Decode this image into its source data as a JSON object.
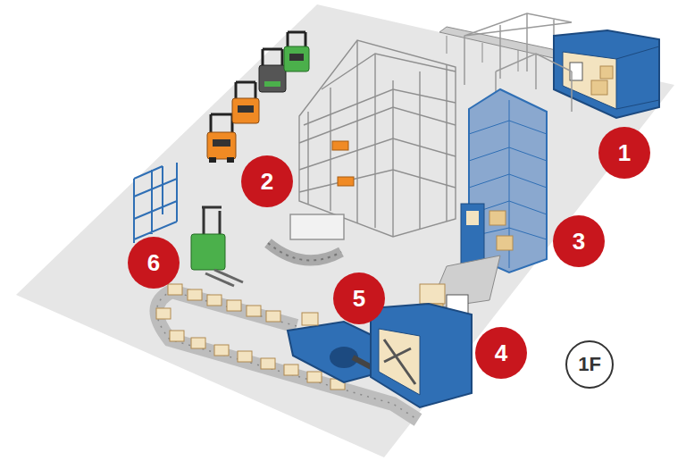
{
  "diagram": {
    "labels": [
      "1",
      "2",
      "3",
      "4",
      "5",
      "6",
      "1F"
    ]
  }
}
